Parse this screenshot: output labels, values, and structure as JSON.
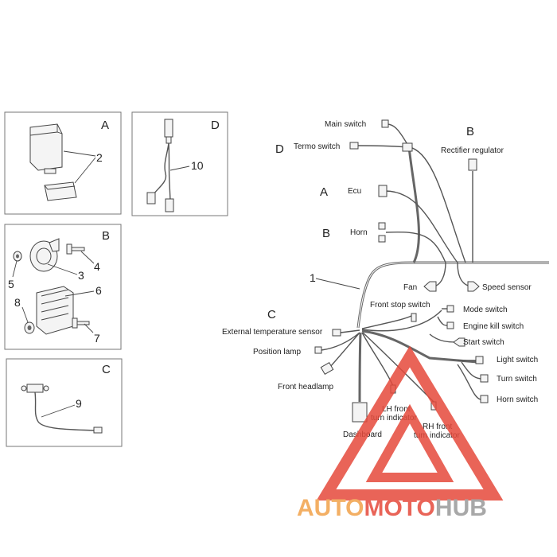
{
  "panels": [
    {
      "id": "A",
      "letter": "A",
      "numbers": [
        "2"
      ]
    },
    {
      "id": "D",
      "letter": "D",
      "numbers": [
        "10"
      ]
    },
    {
      "id": "B",
      "letter": "B",
      "numbers": [
        "4",
        "3",
        "5",
        "6",
        "8",
        "7"
      ]
    },
    {
      "id": "C",
      "letter": "C",
      "numbers": [
        "9"
      ]
    }
  ],
  "main": {
    "harness_number": "1",
    "group_letters": {
      "D": "D",
      "B1": "B",
      "A": "A",
      "B2": "B",
      "C": "C"
    },
    "labels": {
      "main_switch": "Main switch",
      "termo_switch": "Termo switch",
      "rectifier_regulator": "Rectifier regulator",
      "ecu": "Ecu",
      "horn": "Horn",
      "fan": "Fan",
      "speed_sensor": "Speed sensor",
      "front_stop_switch": "Front stop switch",
      "mode_switch": "Mode switch",
      "engine_kill_switch": "Engine kill switch",
      "start_switch": "Start switch",
      "external_temperature_sensor": "External temperature sensor",
      "position_lamp": "Position lamp",
      "front_headlamp": "Front headlamp",
      "light_switch": "Light switch",
      "turn_switch": "Turn switch",
      "horn_switch": "Horn switch",
      "lh_front_1": "LH front",
      "lh_front_2": "turn indicator",
      "rh_front_1": "RH front",
      "rh_front_2": "turn indicator",
      "dashboard": "Dashboard"
    }
  },
  "watermark": {
    "part1": "AUTO",
    "part2": "MOTO",
    "part3": "HUB"
  },
  "colors": {
    "watermark_red": "#e64a3c",
    "watermark_orange": "#f2a24a",
    "watermark_gray": "#9a9a9a"
  }
}
